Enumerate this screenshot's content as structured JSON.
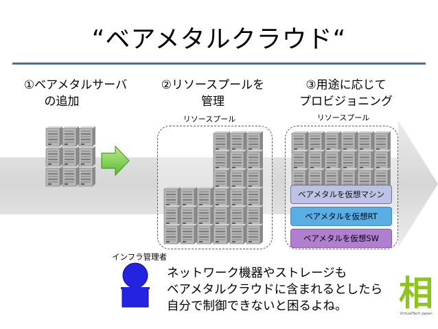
{
  "title": "“ベアメタルクラウド“",
  "steps": [
    {
      "lines": [
        "①ベアメタルサーバ",
        "の追加"
      ]
    },
    {
      "lines": [
        "②リソースプールを",
        "管理"
      ]
    },
    {
      "lines": [
        "③用途に応じて",
        "プロビジョニング"
      ]
    }
  ],
  "pools": {
    "pool2_label": "リソースプール",
    "pool3_label": "リソースプール"
  },
  "layers": {
    "vm": "ベアメタルを仮想マシン",
    "rt": "ベアメタルを仮想RT",
    "sw": "ベアメタルを仮想SW"
  },
  "admin": {
    "label": "インフラ管理者"
  },
  "message": {
    "lines": [
      "ネットワーク機器やストレージも",
      "ベアメタルクラウドに含まれるとしたら",
      "自分で制御できないと困るよね。"
    ]
  },
  "logo": {
    "glyph": "相",
    "caption": "VirtualTech Japan"
  },
  "colors": {
    "rule": "#3b6fb0",
    "arrow_green": "#7ed04f",
    "vm_layer": "#bcc2e6",
    "rt_layer": "#5aaee6",
    "sw_layer": "#b07fd0",
    "admin_figure": "#2323e0",
    "logo_green": "#8fc31f"
  }
}
